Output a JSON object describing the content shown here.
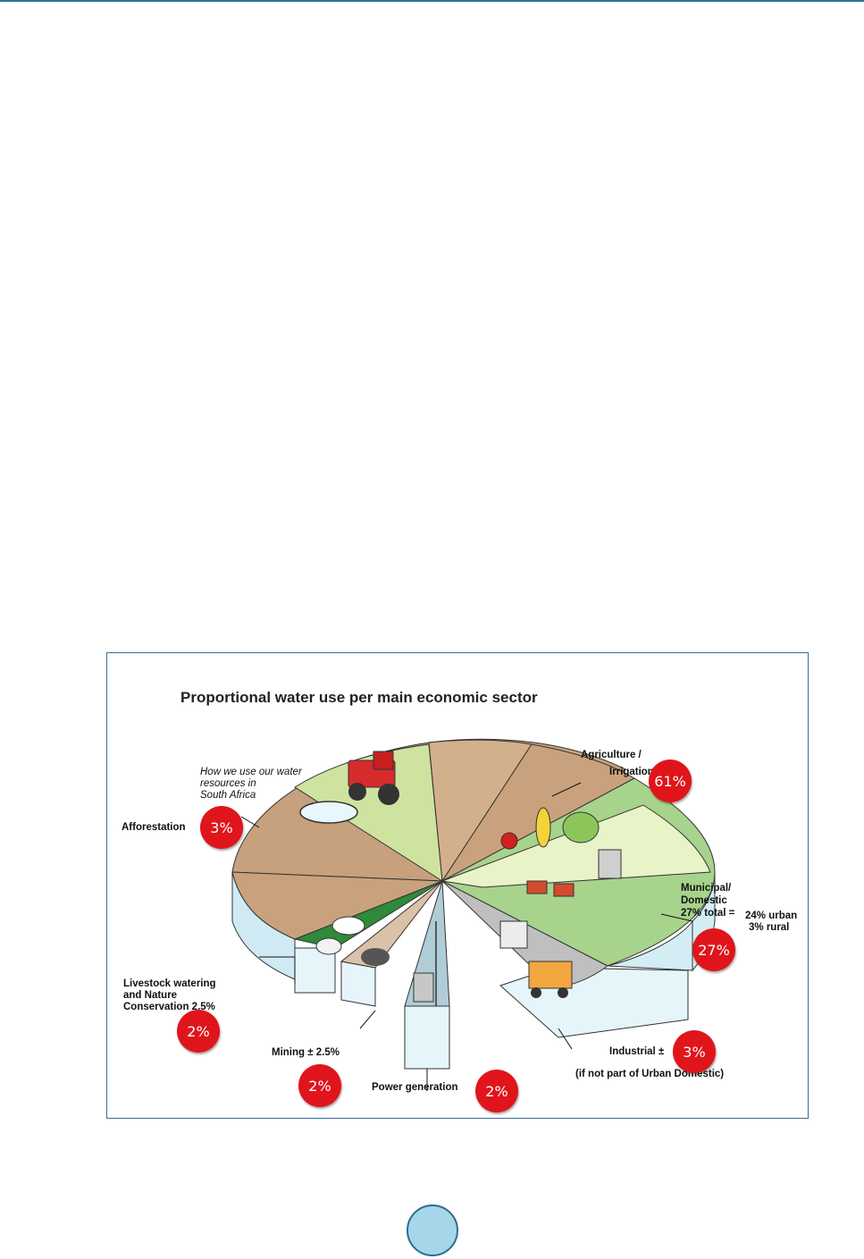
{
  "figure": {
    "title": "Proportional water use per main economic sector",
    "subtitle_lines": [
      "How we use our water",
      "resources in",
      "South Africa"
    ],
    "labels": {
      "agriculture": [
        "Agriculture /",
        "Irrigation"
      ],
      "afforestation": "Afforestation",
      "municipal": [
        "Municipal/",
        "Domestic",
        "27% total =",
        "24% urban",
        "3% rural"
      ],
      "livestock": [
        "Livestock watering",
        "and Nature",
        "Conservation 2.5%"
      ],
      "mining": "Mining  ± 2.5%",
      "power": "Power generation",
      "industrial": "Industrial ±",
      "industrial_note": "(if not part of Urban Domestic)"
    },
    "badges": {
      "agriculture": "61%",
      "afforestation": "3%",
      "municipal": "27%",
      "livestock": "2%",
      "mining": "2%",
      "power": "2%",
      "industrial": "3%"
    }
  },
  "colors": {
    "frame": "#3a6e96",
    "badge": "#e0151b",
    "page_badge": "#a6d6ea",
    "water_side": "#d4edf5"
  }
}
